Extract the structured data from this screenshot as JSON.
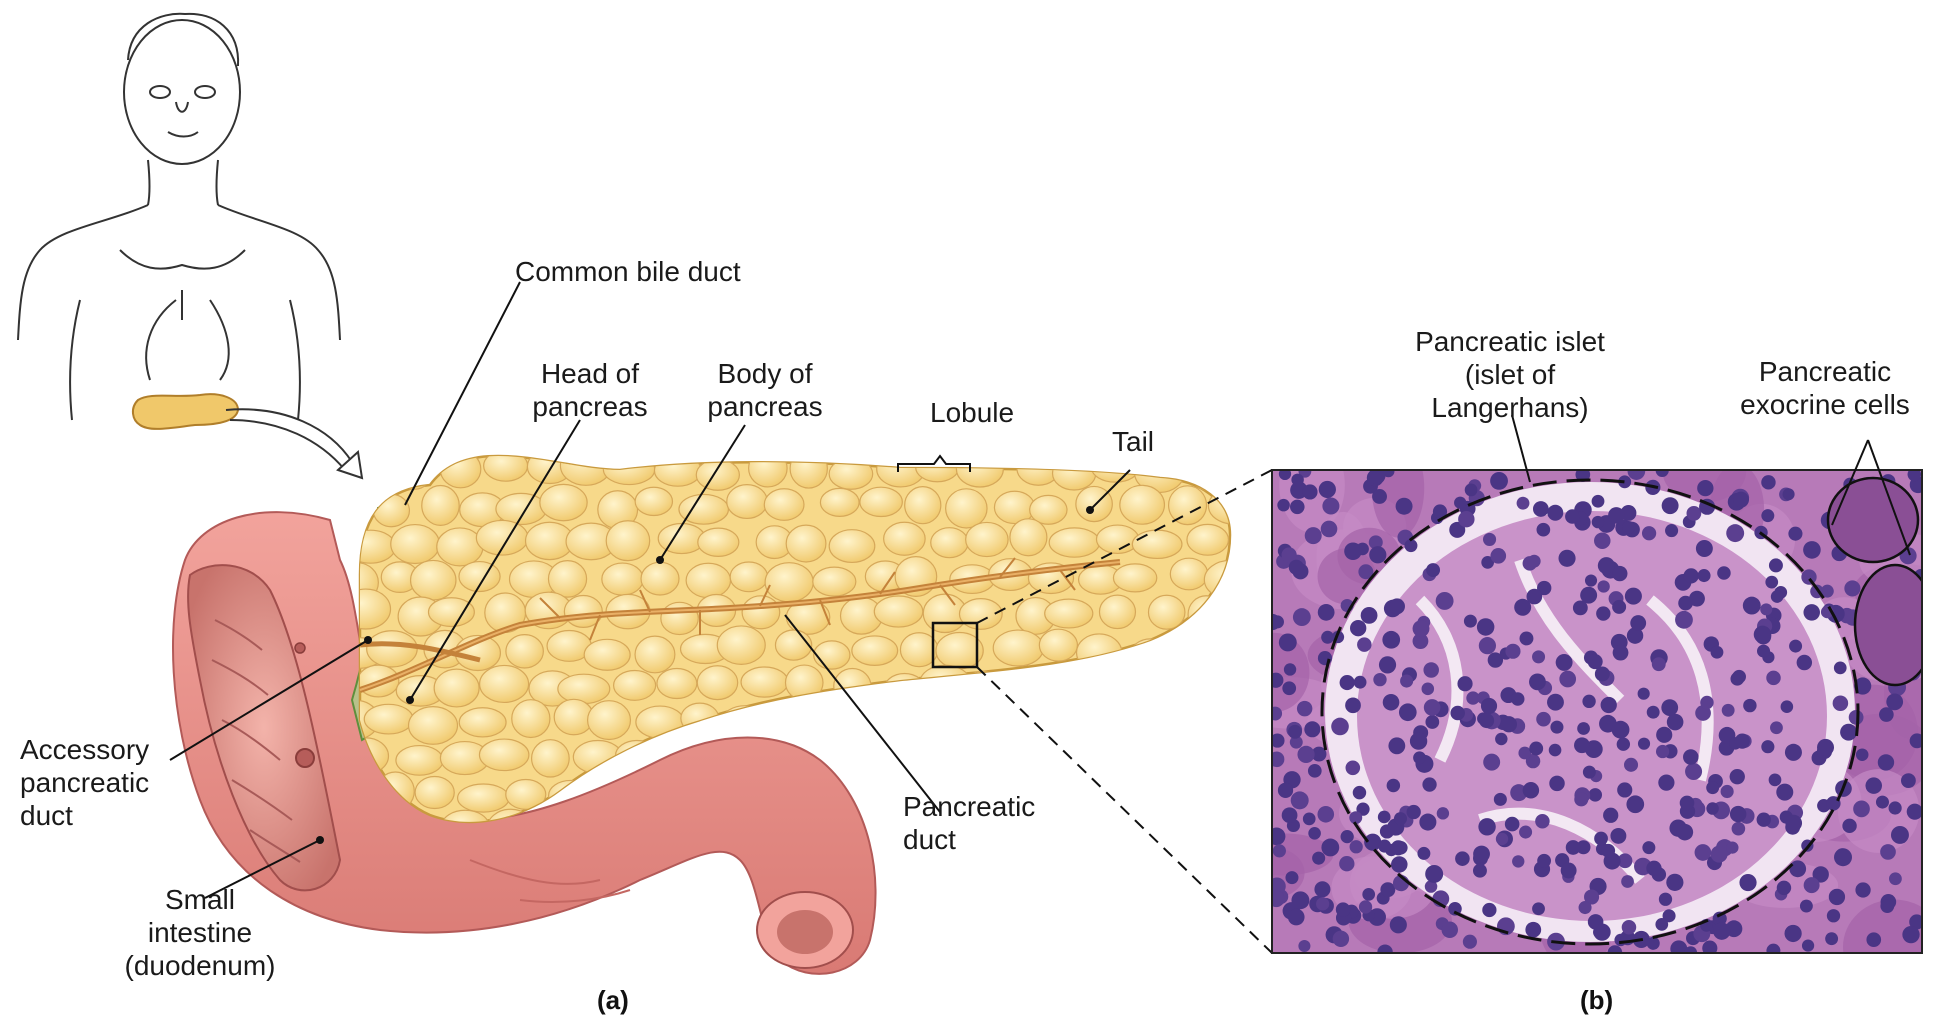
{
  "labels": {
    "common_bile_duct": "Common bile duct",
    "head_of_pancreas": "Head of\npancreas",
    "body_of_pancreas": "Body of\npancreas",
    "lobule": "Lobule",
    "tail": "Tail",
    "accessory_pancreatic_duct": "Accessory\npancreatic\nduct",
    "small_intestine": "Small\nintestine\n(duodenum)",
    "pancreatic_duct": "Pancreatic\nduct",
    "pancreatic_islet": "Pancreatic islet\n(islet of\nLangerhans)",
    "pancreatic_exocrine_cells": "Pancreatic\nexocrine cells"
  },
  "panels": {
    "a": "(a)",
    "b": "(b)"
  },
  "colors": {
    "pancreas_fill": "#f7d98a",
    "pancreas_lobule": "#fbe6a8",
    "pancreas_outline": "#c99a3e",
    "duodenum_fill": "#e8908a",
    "duodenum_dark": "#c96a68",
    "duct": "#c4823a",
    "bile_duct": "#8fbf6a",
    "histology_bg": "#b77ab8",
    "nucleus": "#4a3585",
    "islet_clear": "#f1e4f2"
  },
  "icons": {
    "body_silhouette": "human-torso-outline",
    "locator_arrow": "curved-arrow-icon"
  }
}
